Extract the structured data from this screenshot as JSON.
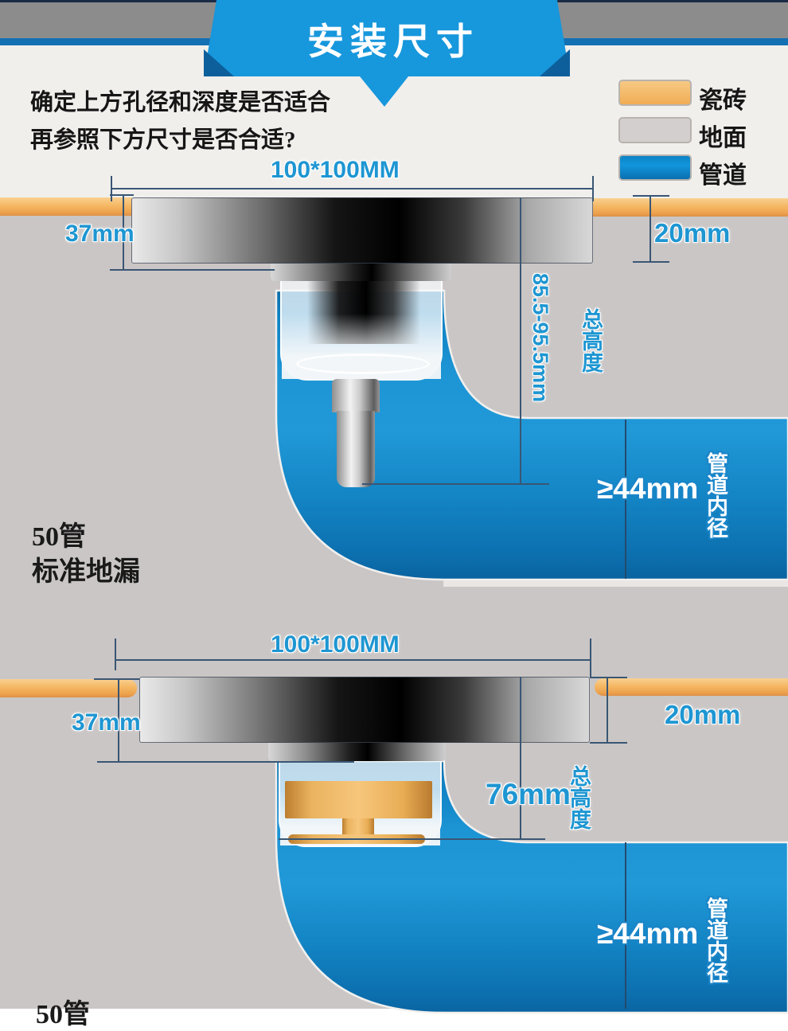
{
  "banner": {
    "title": "安装尺寸"
  },
  "intro": {
    "line1": "确定上方孔径和深度是否适合",
    "line2": "再参照下方尺寸是否合适?"
  },
  "legend": {
    "items": [
      {
        "label": "瓷砖",
        "color": "#f5b763"
      },
      {
        "label": "地面",
        "color": "#d3cfce"
      },
      {
        "label": "管道",
        "color": "#1190d4"
      }
    ]
  },
  "diagram1": {
    "caption_line1": "50管",
    "caption_line2": "标准地漏",
    "dims": {
      "top": "100*100MM",
      "left": "37mm",
      "right": "20mm",
      "height_value": "85.5-95.5mm",
      "height_label": "总高度",
      "pipe_value": "≥44mm",
      "pipe_label": "管道内径"
    }
  },
  "diagram2": {
    "caption_line1": "50管",
    "dims": {
      "top": "100*100MM",
      "left": "37mm",
      "right": "20mm",
      "height_value": "76mm",
      "height_label": "总高度",
      "pipe_value": "≥44mm",
      "pipe_label": "管道内径"
    }
  },
  "colors": {
    "banner_blue": "#1797dc",
    "banner_strip_blue": "#1370b2",
    "gray_band": "#8c8c8c",
    "ground_gray": "#cac6c5",
    "tile_orange": "#f5b763",
    "pipe_blue": "#1b93d3",
    "dim_text_blue": "#1e96d2"
  }
}
